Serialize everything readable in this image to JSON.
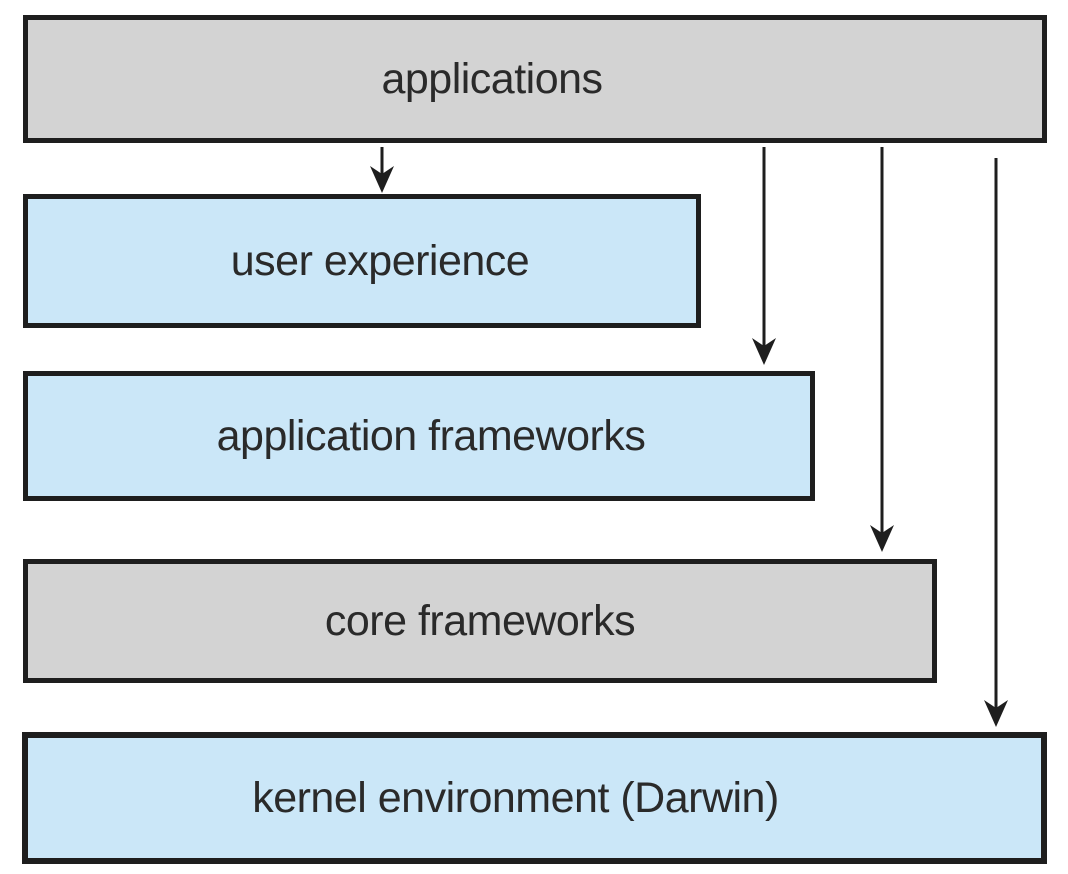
{
  "diagram": {
    "name": "macos-layered-architecture",
    "layers": [
      {
        "id": "applications",
        "label": "applications",
        "variant": "gray"
      },
      {
        "id": "user-experience",
        "label": "user experience",
        "variant": "blue"
      },
      {
        "id": "application-frameworks",
        "label": "application frameworks",
        "variant": "blue"
      },
      {
        "id": "core-frameworks",
        "label": "core frameworks",
        "variant": "gray"
      },
      {
        "id": "kernel-environment",
        "label": "kernel environment (Darwin)",
        "variant": "blue"
      }
    ],
    "arrows": [
      {
        "from": "applications",
        "to": "user-experience"
      },
      {
        "from": "applications",
        "to": "application-frameworks"
      },
      {
        "from": "applications",
        "to": "core-frameworks"
      },
      {
        "from": "applications",
        "to": "kernel-environment"
      }
    ]
  },
  "colors": {
    "box_gray": "#d3d3d3",
    "box_blue": "#cbe7f8",
    "border": "#1e1e1e",
    "text": "#2a2a2a",
    "arrow": "#1e1e1e",
    "background": "#ffffff"
  }
}
